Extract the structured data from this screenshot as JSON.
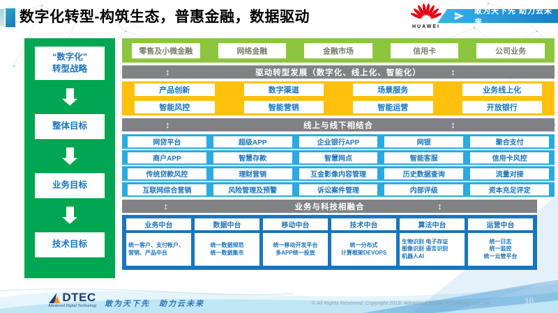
{
  "header": {
    "title": "数字化转型-构筑生态，普惠金融，数据驱动",
    "huawei_wordmark": "HUAWEI",
    "banner_text": "敢为天下先 助力云未来"
  },
  "left_panel": {
    "items": [
      "“数字化”\n转型战略",
      "整体目标",
      "业务目标",
      "技术目标"
    ]
  },
  "right_panel": {
    "business_lines": [
      "零售及小微金融",
      "网络金融",
      "金融市场",
      "信用卡",
      "公司业务"
    ],
    "bar_drive": "驱动转型发展（数字化、线上化、智能化）",
    "capability_rows": [
      [
        "产品创新",
        "数字渠道",
        "场景服务",
        "业务线上化"
      ],
      [
        "智能风控",
        "智能营销",
        "智能运营",
        "开放银行"
      ]
    ],
    "bar_online_offline": "线上与线下相结合",
    "app_rows": [
      [
        "网贷平台",
        "超级APP",
        "企业银行APP",
        "网银",
        "聚合支付"
      ],
      [
        "商户APP",
        "智慧存款",
        "智慧网点",
        "智能客服",
        "信用卡风控"
      ],
      [
        "传统贷款风控",
        "理财营销",
        "互金影像内容管理",
        "历史数据查询",
        "流量对接"
      ],
      [
        "互联网综合营销",
        "风险管理及预警",
        "诉讼案件管理",
        "内部评级",
        "资本充足评定"
      ]
    ],
    "bar_tech_fusion": "业务与科技相融合",
    "platforms": [
      {
        "title": "业务中台",
        "content": "统一客户、支付帐户、营销、产品中台"
      },
      {
        "title": "数据中台",
        "content": "统一数据规范\n统一数据集市"
      },
      {
        "title": "移动中台",
        "content": "统一移动开发平台\n多APP统一投放"
      },
      {
        "title": "技术中台",
        "content": "统一分布式\n计算框架DEVOPS"
      },
      {
        "title": "算法中台",
        "content": "生物识别 电子存证\n图像识别 语言识别\n机器人AI"
      },
      {
        "title": "运营中台",
        "content": "统一日志\n统一监控\n统一云管平台"
      }
    ],
    "updown_arrow": "↕"
  },
  "footer": {
    "logo_text": "DTEC",
    "logo_subtext": "Advanced Digital Technology",
    "tagline": "敢为天下先　助力云未来",
    "copyright": "© All Rights Reserved. Copyright 2019. Advanced Digital Technology CO.,Ltd",
    "page_number": "10"
  },
  "colors": {
    "left_panel_green": "#00A651",
    "business_green": "#8CC63F",
    "bar_gray": "#808285",
    "capability_yellow": "#FFC10E",
    "app_blue": "#29ABE2",
    "platform_blue": "#1B75BC",
    "box_text_blue": "#1C75BC",
    "huawei_red": "#E60012",
    "banner_blue": "#1E8FD5"
  }
}
